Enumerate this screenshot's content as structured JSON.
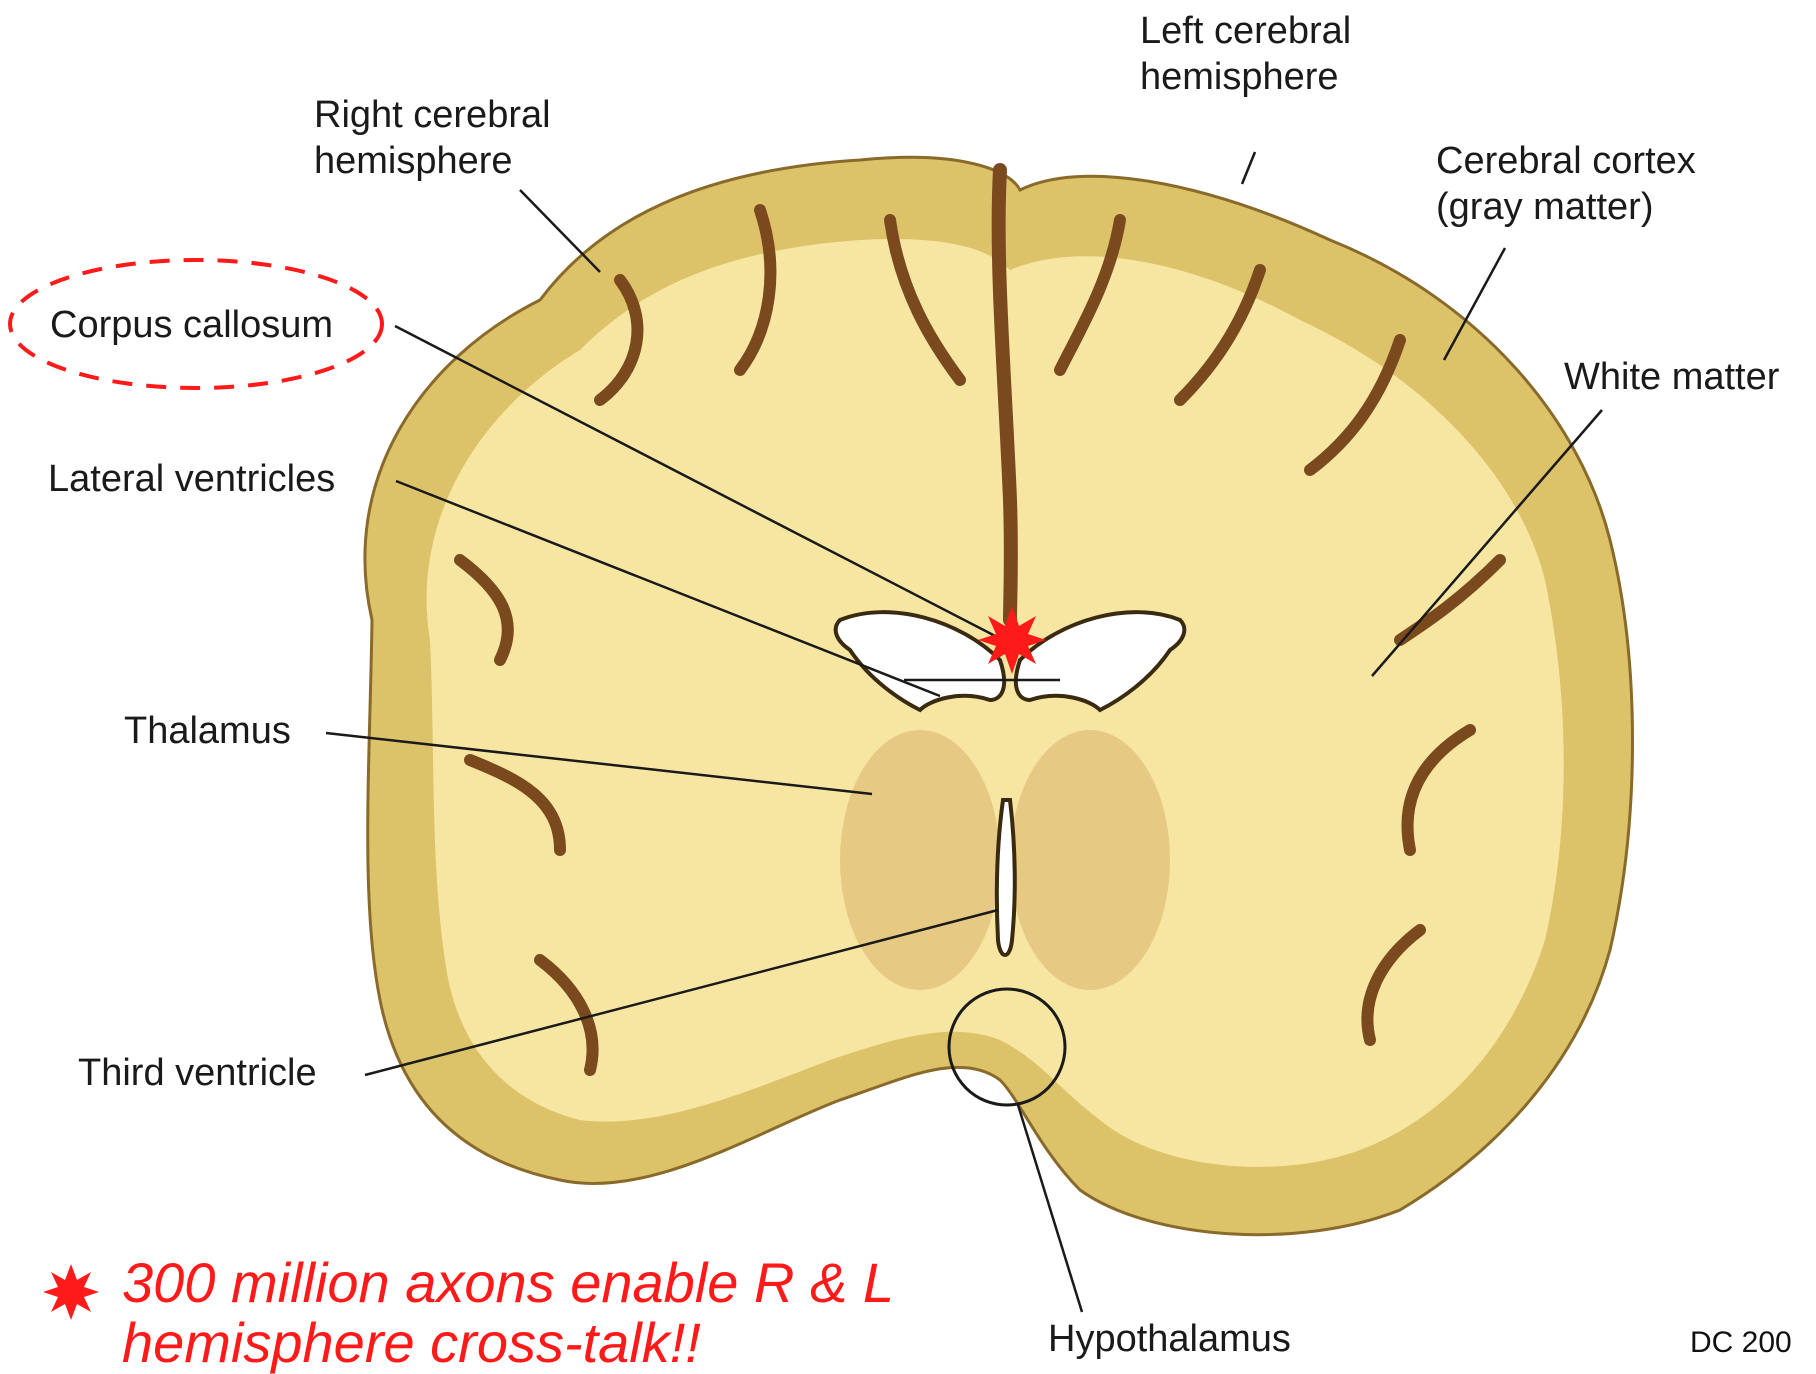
{
  "labels": {
    "right_hemisphere": "Right cerebral\nhemisphere",
    "left_hemisphere": "Left cerebral\nhemisphere",
    "cerebral_cortex": "Cerebral cortex\n(gray matter)",
    "corpus_callosum": "Corpus callosum",
    "white_matter": "White matter",
    "lateral_ventricles": "Lateral ventricles",
    "thalamus": "Thalamus",
    "third_ventricle": "Third ventricle",
    "hypothalamus": "Hypothalamus"
  },
  "note": "300 million axons enable R & L\nhemisphere cross-talk!!",
  "footer": "DC 200",
  "colors": {
    "white_matter": "#f6e6a2",
    "gray_matter": "#dcc36a",
    "sulcus": "#7a4a1e",
    "highlight": "#ff1a1a",
    "ink": "#1a1a1a"
  },
  "icons": {
    "burst": "red-burst-icon",
    "circle": "hypothalamus-circle",
    "ellipse": "corpus-callosum-dashed-ellipse"
  }
}
